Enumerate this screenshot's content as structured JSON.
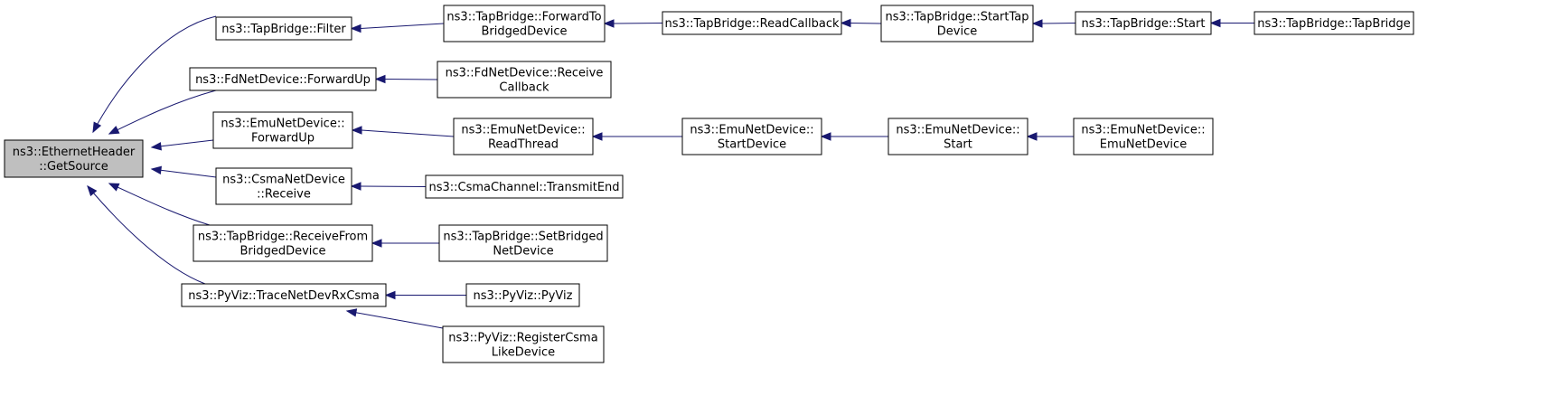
{
  "diagram": {
    "nodes": [
      {
        "id": "get_source",
        "lines": [
          "ns3::EthernetHeader",
          "::GetSource"
        ],
        "highlighted": true
      },
      {
        "id": "tb_filter",
        "lines": [
          "ns3::TapBridge::Filter"
        ]
      },
      {
        "id": "tb_forward_to",
        "lines": [
          "ns3::TapBridge::ForwardTo",
          "BridgedDevice"
        ]
      },
      {
        "id": "tb_read_callback",
        "lines": [
          "ns3::TapBridge::ReadCallback"
        ]
      },
      {
        "id": "tb_start_tap",
        "lines": [
          "ns3::TapBridge::StartTap",
          "Device"
        ]
      },
      {
        "id": "tb_start",
        "lines": [
          "ns3::TapBridge::Start"
        ]
      },
      {
        "id": "tb_tapbridge",
        "lines": [
          "ns3::TapBridge::TapBridge"
        ]
      },
      {
        "id": "fd_forward_up",
        "lines": [
          "ns3::FdNetDevice::ForwardUp"
        ]
      },
      {
        "id": "fd_receive_cb",
        "lines": [
          "ns3::FdNetDevice::Receive",
          "Callback"
        ]
      },
      {
        "id": "emu_forward_up",
        "lines": [
          "ns3::EmuNetDevice::",
          "ForwardUp"
        ]
      },
      {
        "id": "emu_read_thread",
        "lines": [
          "ns3::EmuNetDevice::",
          "ReadThread"
        ]
      },
      {
        "id": "emu_start_device",
        "lines": [
          "ns3::EmuNetDevice::",
          "StartDevice"
        ]
      },
      {
        "id": "emu_start",
        "lines": [
          "ns3::EmuNetDevice::",
          "Start"
        ]
      },
      {
        "id": "emu_ctor",
        "lines": [
          "ns3::EmuNetDevice::",
          "EmuNetDevice"
        ]
      },
      {
        "id": "csma_receive",
        "lines": [
          "ns3::CsmaNetDevice",
          "::Receive"
        ]
      },
      {
        "id": "csma_transmit_end",
        "lines": [
          "ns3::CsmaChannel::TransmitEnd"
        ]
      },
      {
        "id": "tb_receive_from",
        "lines": [
          "ns3::TapBridge::ReceiveFrom",
          "BridgedDevice"
        ]
      },
      {
        "id": "tb_set_bridged",
        "lines": [
          "ns3::TapBridge::SetBridged",
          "NetDevice"
        ]
      },
      {
        "id": "pyviz_trace",
        "lines": [
          "ns3::PyViz::TraceNetDevRxCsma"
        ]
      },
      {
        "id": "pyviz_ctor",
        "lines": [
          "ns3::PyViz::PyViz"
        ]
      },
      {
        "id": "pyviz_register",
        "lines": [
          "ns3::PyViz::RegisterCsma",
          "LikeDevice"
        ]
      }
    ],
    "edges": [
      {
        "from": "tb_filter",
        "to": "get_source"
      },
      {
        "from": "fd_forward_up",
        "to": "get_source"
      },
      {
        "from": "emu_forward_up",
        "to": "get_source"
      },
      {
        "from": "csma_receive",
        "to": "get_source"
      },
      {
        "from": "tb_receive_from",
        "to": "get_source"
      },
      {
        "from": "pyviz_trace",
        "to": "get_source"
      },
      {
        "from": "tb_forward_to",
        "to": "tb_filter"
      },
      {
        "from": "tb_read_callback",
        "to": "tb_forward_to"
      },
      {
        "from": "tb_start_tap",
        "to": "tb_read_callback"
      },
      {
        "from": "tb_start",
        "to": "tb_start_tap"
      },
      {
        "from": "tb_tapbridge",
        "to": "tb_start"
      },
      {
        "from": "fd_receive_cb",
        "to": "fd_forward_up"
      },
      {
        "from": "emu_read_thread",
        "to": "emu_forward_up"
      },
      {
        "from": "emu_start_device",
        "to": "emu_read_thread"
      },
      {
        "from": "emu_start",
        "to": "emu_start_device"
      },
      {
        "from": "emu_ctor",
        "to": "emu_start"
      },
      {
        "from": "csma_transmit_end",
        "to": "csma_receive"
      },
      {
        "from": "tb_set_bridged",
        "to": "tb_receive_from"
      },
      {
        "from": "pyviz_ctor",
        "to": "pyviz_trace"
      },
      {
        "from": "pyviz_register",
        "to": "pyviz_trace"
      }
    ],
    "colors": {
      "edge": "#191970",
      "highlight_fill": "#bfbfbf",
      "node_fill": "#ffffff",
      "node_border": "#000000"
    }
  }
}
